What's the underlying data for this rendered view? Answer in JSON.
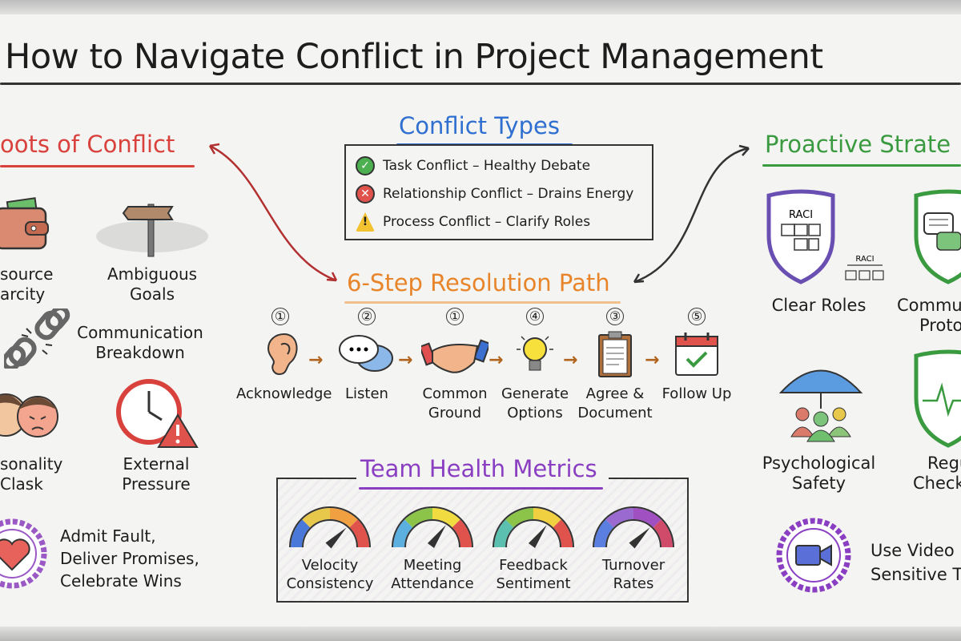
{
  "title": "How to Navigate Conflict in Project Management",
  "colors": {
    "roots": "#d9413d",
    "types": "#2f6fd0",
    "resolution": "#e8852a",
    "metrics": "#8a3fc2",
    "proactive": "#3a9a3f"
  },
  "roots": {
    "heading": "oots of Conflict",
    "items": [
      {
        "icon": "wallet-icon",
        "line1": "source",
        "line2": "arcity"
      },
      {
        "icon": "signpost-icon",
        "line1": "Ambiguous",
        "line2": "Goals"
      },
      {
        "icon": "broken-chain-icon",
        "line1": "Communication",
        "line2": "Breakdown"
      },
      {
        "icon": "faces-icon",
        "line1": "sonality",
        "line2": "Clask"
      },
      {
        "icon": "clock-warning-icon",
        "line1": "External",
        "line2": "Pressure"
      }
    ],
    "badge": {
      "icon": "heart-badge-icon",
      "lines": [
        "Admit Fault,",
        "Deliver Promises,",
        "Celebrate Wins"
      ]
    }
  },
  "conflict_types": {
    "heading": "Conflict Types",
    "items": [
      {
        "icon": "check-icon",
        "text": "Task Conflict – Healthy Debate",
        "color": "#4caf50"
      },
      {
        "icon": "x-icon",
        "text": "Relationship Conflict – Drains Energy",
        "color": "#e0524c"
      },
      {
        "icon": "warning-icon",
        "text": "Process Conflict – Clarify Roles",
        "color": "#f2c230"
      }
    ]
  },
  "resolution": {
    "heading": "6-Step Resolution Path",
    "steps": [
      {
        "num": "①",
        "icon": "ear-icon",
        "line1": "Acknowledge",
        "line2": ""
      },
      {
        "num": "②",
        "icon": "speech-bubbles-icon",
        "line1": "Listen",
        "line2": ""
      },
      {
        "num": "①",
        "icon": "handshake-icon",
        "line1": "Common",
        "line2": "Ground"
      },
      {
        "num": "④",
        "icon": "lightbulb-icon",
        "line1": "Generate",
        "line2": "Options"
      },
      {
        "num": "③",
        "icon": "clipboard-icon",
        "line1": "Agree &",
        "line2": "Document"
      },
      {
        "num": "⑤",
        "icon": "calendar-check-icon",
        "line1": "Follow Up",
        "line2": ""
      }
    ]
  },
  "metrics": {
    "heading": "Team Health Metrics",
    "gauges": [
      {
        "line1": "Velocity",
        "line2": "Consistency",
        "level": 0.75
      },
      {
        "line1": "Meeting",
        "line2": "Attendance",
        "level": 0.7
      },
      {
        "line1": "Feedback",
        "line2": "Sentiment",
        "level": 0.7
      },
      {
        "line1": "Turnover",
        "line2": "Rates",
        "level": 0.75
      }
    ]
  },
  "proactive": {
    "heading": "Proactive Strate",
    "raci": "RACI",
    "items": [
      {
        "icon": "raci-shield-icon",
        "line1": "Clear Roles",
        "line2": ""
      },
      {
        "icon": "chat-shield-icon",
        "line1": "Commun",
        "line2": "Proto"
      },
      {
        "icon": "umbrella-people-icon",
        "line1": "Psychological",
        "line2": "Safety"
      },
      {
        "icon": "pulse-shield-icon",
        "line1": "Regu",
        "line2": "Check"
      }
    ],
    "badge": {
      "icon": "video-camera-icon",
      "lines": [
        "Use Video",
        "Sensitive T"
      ]
    }
  }
}
